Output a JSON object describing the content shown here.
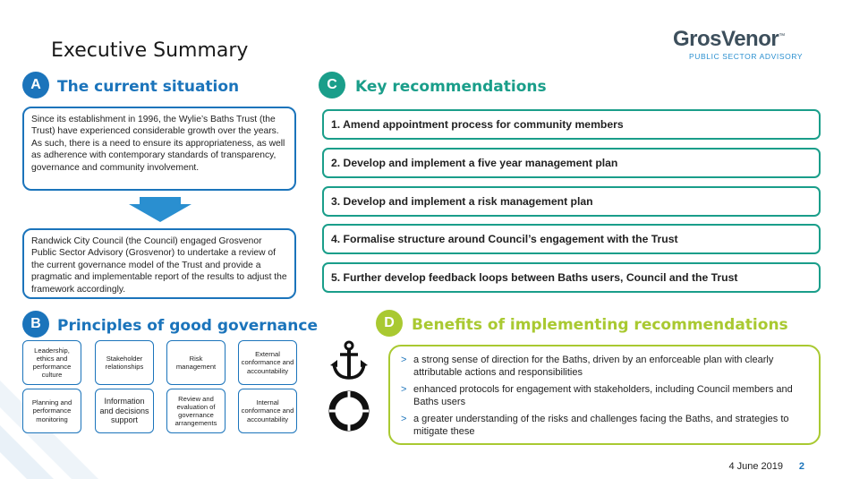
{
  "header": {
    "title": "Executive Summary",
    "logo_text": "GrosVenor",
    "logo_tm": "™",
    "logo_tagline": "PUBLIC SECTOR ADVISORY"
  },
  "section_a": {
    "badge": "A",
    "title": "The current situation",
    "paragraph_1": "Since its establishment in 1996, the Wylie’s Baths Trust (the Trust) have experienced considerable growth over the years. As such, there is a need to ensure its appropriateness, as well as adherence with contemporary standards of transparency, governance and community involvement.",
    "paragraph_2": "Randwick City Council (the Council) engaged Grosvenor Public Sector Advisory (Grosvenor) to undertake a review of the current governance model of the Trust and provide a pragmatic and implementable report of the results to adjust the framework accordingly."
  },
  "section_b": {
    "badge": "B",
    "title": "Principles of good governance",
    "principles": [
      "Leadership, ethics and performance culture",
      "Stakeholder relationships",
      "Risk management",
      "External conformance and accountability",
      "Planning and performance monitoring",
      "Information and decisions support",
      "Review and evaluation of governance arrangements",
      "Internal conformance and accountability"
    ]
  },
  "section_c": {
    "badge": "C",
    "title": "Key recommendations",
    "recommendations": [
      "1. Amend appointment process for community members",
      "2. Develop and implement a five year management plan",
      "3. Develop and implement a risk management plan",
      "4. Formalise structure around Council’s engagement with the Trust",
      "5. Further develop feedback loops between Baths users, Council and the Trust"
    ]
  },
  "section_d": {
    "badge": "D",
    "title": "Benefits of implementing recommendations",
    "bullet_marker": ">",
    "benefits": [
      "a strong sense of direction for the Baths, driven by an enforceable plan with clearly attributable actions and responsibilities",
      "enhanced protocols for engagement with stakeholders, including Council members and Baths users",
      "a greater understanding of the risks and challenges facing the Baths, and strategies to mitigate these"
    ],
    "icons": [
      "anchor-icon",
      "lifebuoy-icon"
    ]
  },
  "footer": {
    "date": "4 June 2019",
    "page_number": "2"
  },
  "colors": {
    "blue": "#1b74bb",
    "teal": "#1a9e8a",
    "lime": "#a9c931",
    "logo_dark": "#3d4f5c"
  }
}
